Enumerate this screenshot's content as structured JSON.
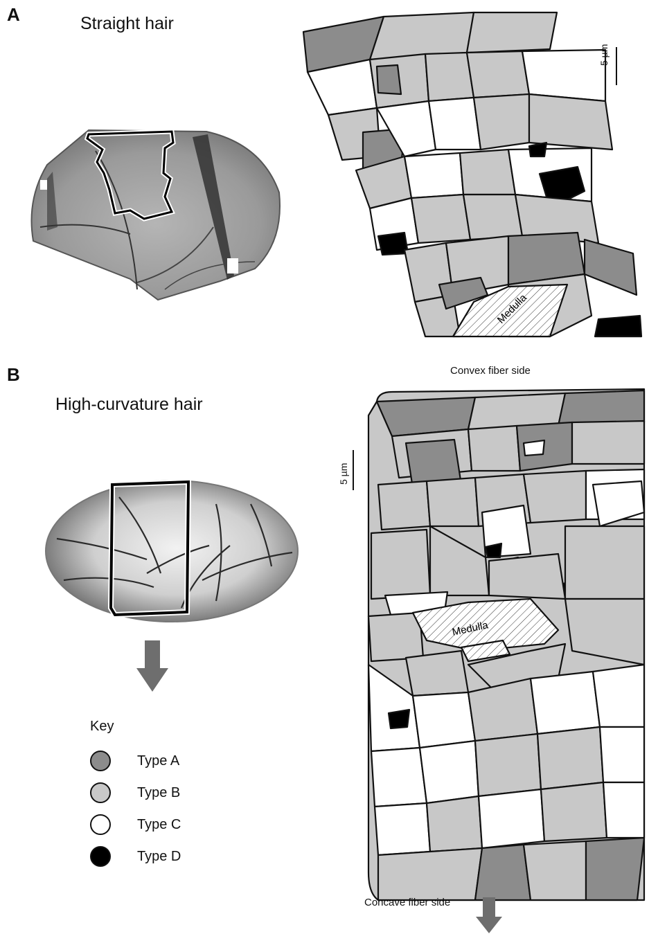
{
  "panel_a": {
    "letter": "A",
    "title": "Straight hair",
    "scale_label": "5 µm",
    "medulla_label": "Medulla"
  },
  "panel_b": {
    "letter": "B",
    "title": "High-curvature hair",
    "convex_label": "Convex fiber side",
    "concave_label": "Concave fiber side",
    "scale_label": "5 µm",
    "medulla_label": "Medulla"
  },
  "key": {
    "title": "Key",
    "items": [
      {
        "label": "Type A",
        "color": "#8c8c8c"
      },
      {
        "label": "Type B",
        "color": "#c8c8c8"
      },
      {
        "label": "Type C",
        "color": "#ffffff"
      },
      {
        "label": "Type D",
        "color": "#000000"
      }
    ]
  },
  "colors": {
    "arrow": "#6e6e6e",
    "outline": "#111111"
  }
}
